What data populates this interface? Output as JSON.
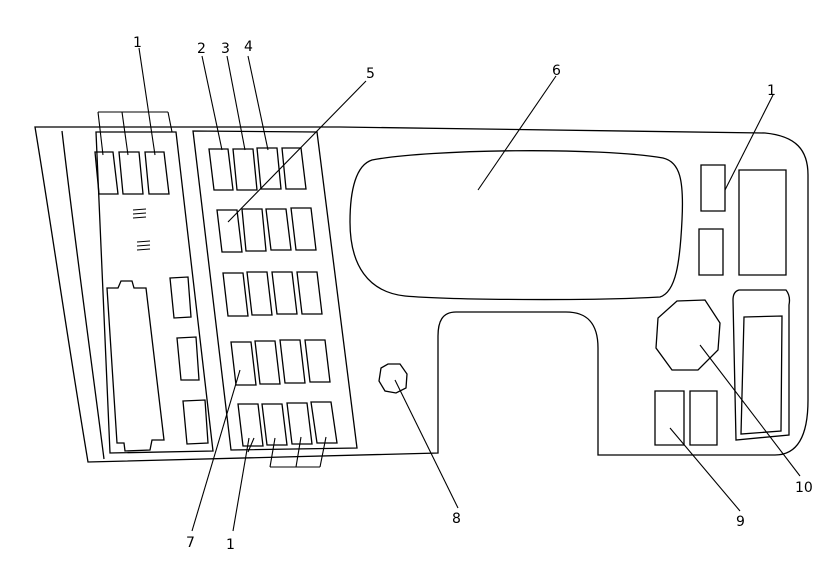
{
  "figure": {
    "line_color": "#000000",
    "background": "#ffffff",
    "callouts": {
      "switch_top_left": "1",
      "switch_2": "2",
      "switch_3": "3",
      "switch_4": "4",
      "switch_5": "5",
      "display_6": "6",
      "switch_right": "1",
      "knob_10": "10",
      "switch_9": "9",
      "knob_8": "8",
      "switch_7": "7",
      "switch_bottom": "1"
    }
  }
}
